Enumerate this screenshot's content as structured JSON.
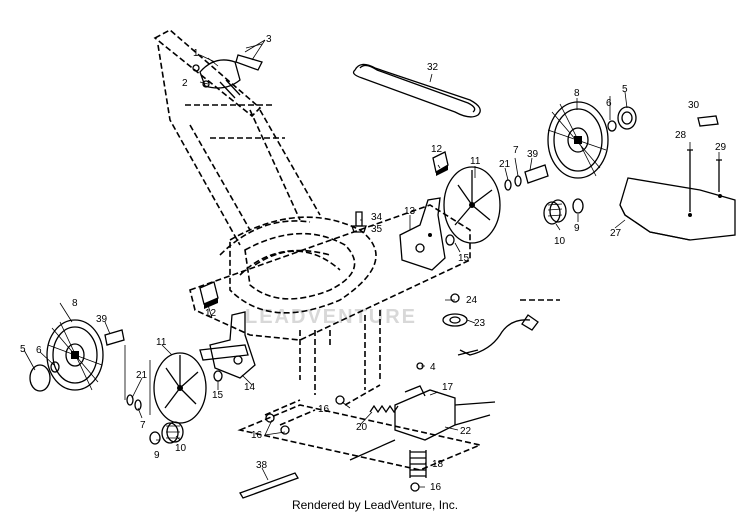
{
  "labels": {
    "l1": "1",
    "l2": "2",
    "l3": "3",
    "l4": "4",
    "l5a": "5",
    "l5b": "5",
    "l6a": "6",
    "l6b": "6",
    "l7a": "7",
    "l7b": "7",
    "l8a": "8",
    "l8b": "8",
    "l9a": "9",
    "l9b": "9",
    "l10a": "10",
    "l10b": "10",
    "l11a": "11",
    "l11b": "11",
    "l12a": "12",
    "l12b": "12",
    "l13": "13",
    "l14": "14",
    "l15a": "15",
    "l15b": "15",
    "l16a": "16",
    "l16b": "16",
    "l16c": "16",
    "l17": "17",
    "l18": "18",
    "l20": "20",
    "l21a": "21",
    "l21b": "21",
    "l22": "22",
    "l23": "23",
    "l24": "24",
    "l27": "27",
    "l28": "28",
    "l29": "29",
    "l30": "30",
    "l32": "32",
    "l34": "34",
    "l35": "35",
    "l38": "38",
    "l39a": "39",
    "l39b": "39"
  },
  "watermark": "LEADVENTURE",
  "credit": "Rendered by LeadVenture, Inc."
}
